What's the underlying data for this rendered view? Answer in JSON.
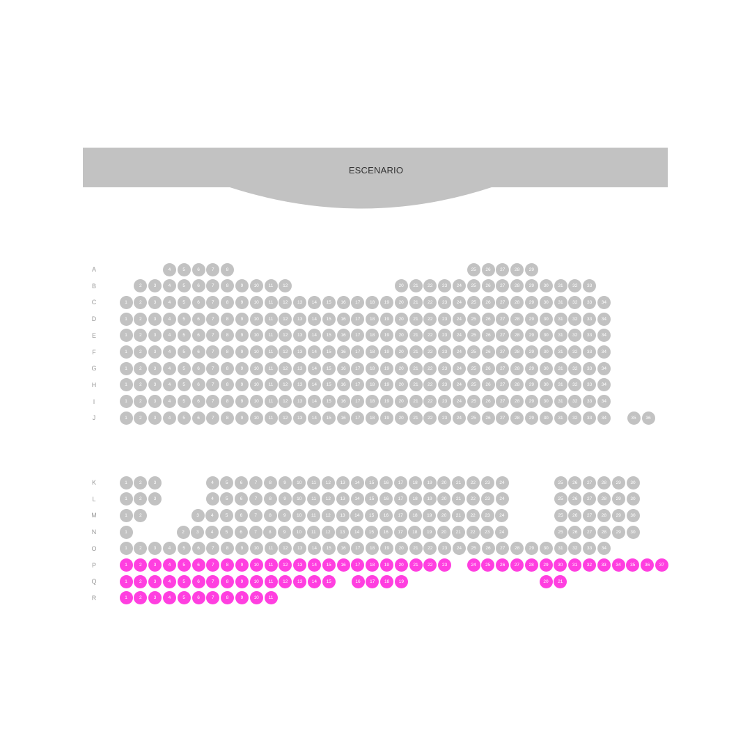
{
  "stage": {
    "label": "ESCENARIO",
    "color": "#c2c2c2"
  },
  "legend_colors": {
    "occupied": "#c2c2c2",
    "available": "#ff3fe0"
  },
  "sections": [
    {
      "name": "upper",
      "rows": [
        {
          "label": "A",
          "seats": [
            [
              4,
              8
            ],
            [
              25,
              29
            ]
          ],
          "status": "occupied"
        },
        {
          "label": "B",
          "seats": [
            [
              2,
              12
            ],
            [
              20,
              33
            ]
          ],
          "status": "occupied"
        },
        {
          "label": "C",
          "seats": [
            [
              1,
              34
            ]
          ],
          "status": "occupied"
        },
        {
          "label": "D",
          "seats": [
            [
              1,
              34
            ]
          ],
          "status": "occupied"
        },
        {
          "label": "E",
          "seats": [
            [
              1,
              34
            ]
          ],
          "status": "occupied"
        },
        {
          "label": "F",
          "seats": [
            [
              1,
              34
            ]
          ],
          "status": "occupied"
        },
        {
          "label": "G",
          "seats": [
            [
              1,
              34
            ]
          ],
          "status": "occupied"
        },
        {
          "label": "H",
          "seats": [
            [
              1,
              34
            ]
          ],
          "status": "occupied"
        },
        {
          "label": "I",
          "seats": [
            [
              1,
              34
            ]
          ],
          "status": "occupied"
        },
        {
          "label": "J",
          "seats": [
            [
              1,
              34
            ],
            [
              35,
              36
            ]
          ],
          "status": "occupied"
        }
      ]
    },
    {
      "name": "lower",
      "rows": [
        {
          "label": "K",
          "seats": [
            [
              1,
              3
            ],
            [
              4,
              24
            ],
            [
              25,
              30
            ]
          ],
          "status": "occupied"
        },
        {
          "label": "L",
          "seats": [
            [
              1,
              3
            ],
            [
              4,
              24
            ],
            [
              25,
              30
            ]
          ],
          "status": "occupied"
        },
        {
          "label": "M",
          "seats": [
            [
              1,
              2
            ],
            [
              3,
              24
            ],
            [
              25,
              30
            ]
          ],
          "status": "occupied"
        },
        {
          "label": "N",
          "seats": [
            [
              1,
              1
            ],
            [
              2,
              24
            ],
            [
              25,
              30
            ]
          ],
          "status": "occupied"
        },
        {
          "label": "O",
          "seats": [
            [
              1,
              34
            ]
          ],
          "status": "occupied"
        },
        {
          "label": "P",
          "seats": [
            [
              1,
              23
            ],
            [
              24,
              37
            ]
          ],
          "status": "available"
        },
        {
          "label": "Q",
          "seats": [
            [
              1,
              15
            ],
            [
              16,
              19
            ],
            [
              20,
              21
            ]
          ],
          "status": "available"
        },
        {
          "label": "R",
          "seats": [
            [
              1,
              11
            ]
          ],
          "status": "available"
        }
      ]
    }
  ]
}
